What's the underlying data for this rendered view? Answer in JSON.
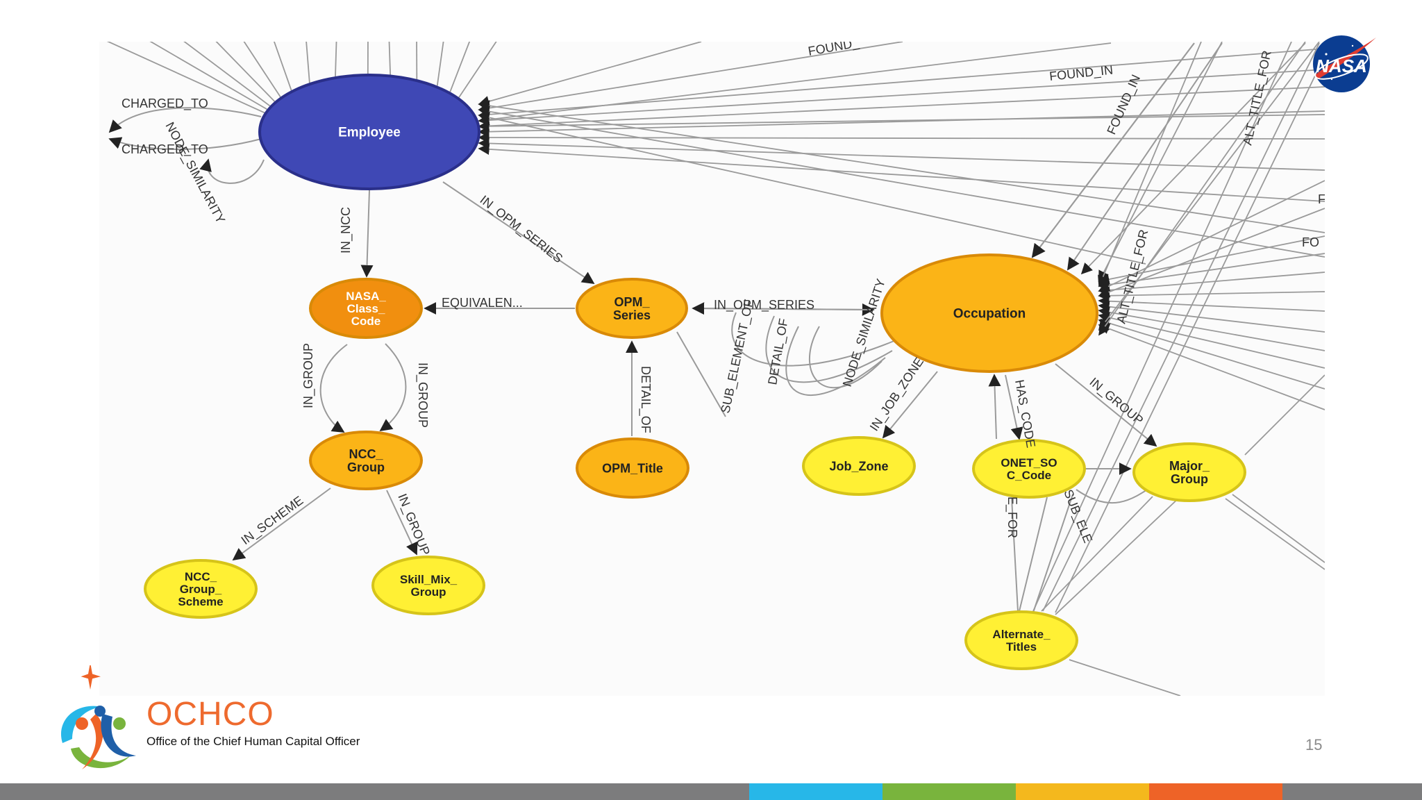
{
  "slide": {
    "page_number": "15",
    "organization": {
      "acronym": "OCHCO",
      "name": "Office of the Chief Human Capital Officer"
    },
    "nasa_logo_text": "NASA"
  },
  "colors": {
    "employee": "#3f48b5",
    "orange_dark": "#f18f0f",
    "orange": "#fbb417",
    "yellow": "#fff034",
    "edge": "#9a9a9a",
    "footer": [
      "#7c7c7d",
      "#27b7e8",
      "#79b43d",
      "#f4b81d",
      "#ee6327",
      "#7c7c7d"
    ]
  },
  "diagram": {
    "nodes": [
      {
        "id": "employee",
        "label": "Employee",
        "lines": [
          "Employee"
        ],
        "color": "employee"
      },
      {
        "id": "nasa_class_code",
        "label": "NASA_ Class_ Code",
        "lines": [
          "NASA_",
          "Class_",
          "Code"
        ],
        "color": "orange_dark"
      },
      {
        "id": "opm_series",
        "label": "OPM_ Series",
        "lines": [
          "OPM_",
          "Series"
        ],
        "color": "orange"
      },
      {
        "id": "occupation",
        "label": "Occupation",
        "lines": [
          "Occupation"
        ],
        "color": "orange"
      },
      {
        "id": "ncc_group",
        "label": "NCC_ Group",
        "lines": [
          "NCC_",
          "Group"
        ],
        "color": "orange"
      },
      {
        "id": "opm_title",
        "label": "OPM_Title",
        "lines": [
          "OPM_Title"
        ],
        "color": "orange"
      },
      {
        "id": "job_zone",
        "label": "Job_Zone",
        "lines": [
          "Job_Zone"
        ],
        "color": "yellow"
      },
      {
        "id": "onet_soc_code",
        "label": "ONET_SO C_Code",
        "lines": [
          "ONET_SO",
          "C_Code"
        ],
        "color": "yellow"
      },
      {
        "id": "major_group",
        "label": "Major_ Group",
        "lines": [
          "Major_",
          "Group"
        ],
        "color": "yellow"
      },
      {
        "id": "ncc_group_scheme",
        "label": "NCC_ Group_ Scheme",
        "lines": [
          "NCC_",
          "Group_",
          "Scheme"
        ],
        "color": "yellow"
      },
      {
        "id": "skill_mix_group",
        "label": "Skill_Mix_ Group",
        "lines": [
          "Skill_Mix_",
          "Group"
        ],
        "color": "yellow"
      },
      {
        "id": "alternate_titles",
        "label": "Alternate_ Titles",
        "lines": [
          "Alternate_",
          "Titles"
        ],
        "color": "yellow"
      }
    ],
    "edge_labels": [
      {
        "id": "charged_to_1",
        "text": "CHARGED_TO"
      },
      {
        "id": "charged_to_2",
        "text": "CHARGED_TO"
      },
      {
        "id": "node_similarity_emp",
        "text": "NODE_SIMILARITY"
      },
      {
        "id": "in_ncc",
        "text": "IN_NCC"
      },
      {
        "id": "in_opm_series_1",
        "text": "IN_OPM_SERIES"
      },
      {
        "id": "equivalent",
        "text": "EQUIVALEN..."
      },
      {
        "id": "in_opm_series_2",
        "text": "IN_OPM_SERIES"
      },
      {
        "id": "in_group_1",
        "text": "IN_GROUP"
      },
      {
        "id": "in_group_2",
        "text": "IN_GROUP"
      },
      {
        "id": "detail_of_1",
        "text": "DETAIL_OF"
      },
      {
        "id": "sub_element_of",
        "text": "SUB_ELEMENT_OF"
      },
      {
        "id": "detail_of_2",
        "text": "DETAIL_OF"
      },
      {
        "id": "node_similarity_occ",
        "text": "NODE_SIMILARITY"
      },
      {
        "id": "in_job_zone",
        "text": "IN_JOB_ZONE"
      },
      {
        "id": "has_code",
        "text": "HAS_CODE"
      },
      {
        "id": "in_group_3",
        "text": "IN_GROUP"
      },
      {
        "id": "in_scheme",
        "text": "IN_SCHEME"
      },
      {
        "id": "in_group_4",
        "text": "IN_GROUP"
      },
      {
        "id": "alt_title_for_1",
        "text": "ALT_TITLE_FOR"
      },
      {
        "id": "alt_title_for_2",
        "text": "ALT_TITLE_FOR"
      },
      {
        "id": "e_for",
        "text": "E_FOR"
      },
      {
        "id": "sub_ele",
        "text": "SUB_ELE"
      },
      {
        "id": "found_in_1",
        "text": "FOUND_"
      },
      {
        "id": "found_in_2",
        "text": "FOUND_IN"
      },
      {
        "id": "found_in_3",
        "text": "FOUND_IN"
      },
      {
        "id": "fo",
        "text": "FO"
      },
      {
        "id": "f",
        "text": "F"
      }
    ]
  }
}
